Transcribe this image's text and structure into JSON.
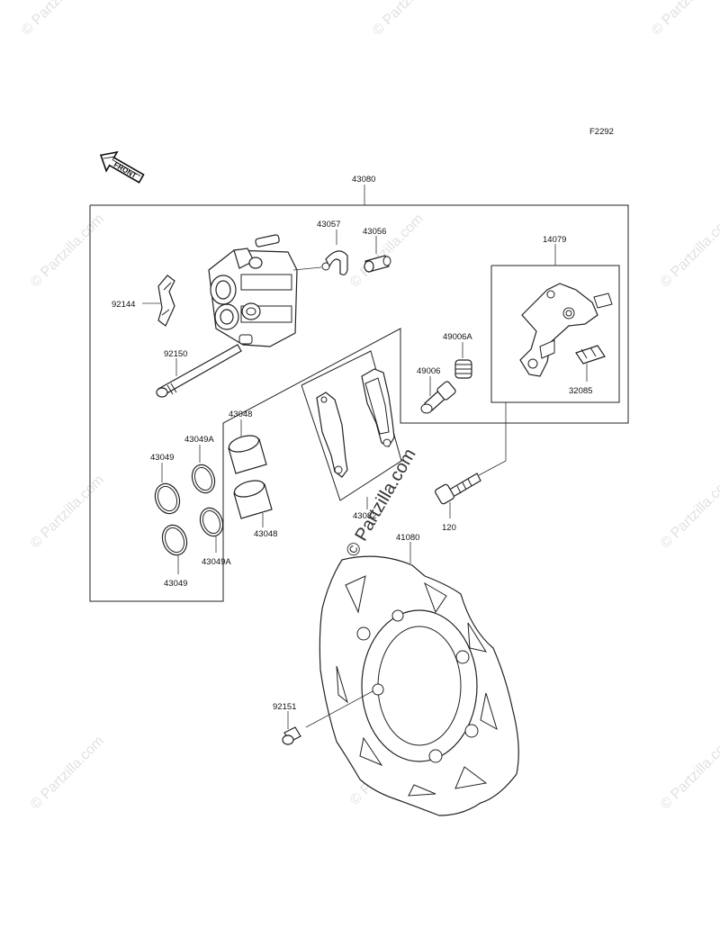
{
  "figure_code": "F2292",
  "front_marker": "FRONT",
  "watermark": "© Partzilla.com",
  "center_watermark": "© Partzilla.com",
  "parts": {
    "caliper_assembly": "43080",
    "pad_spring_clip": "43057",
    "bleeder_valve": "43056",
    "caliper_bracket": "14079",
    "pad_retainer": "92144",
    "pin": "92150",
    "boot_a": "49006A",
    "boot": "49006",
    "pad_plate": "32085",
    "piston_upper": "43048",
    "piston_lower": "43048",
    "seal_a_upper": "43049A",
    "seal_a_lower": "43049A",
    "seal_upper": "43049",
    "seal_lower": "43049",
    "pad_set": "43082",
    "bolt": "120",
    "brake_disc": "41080",
    "disc_bolt": "92151"
  }
}
